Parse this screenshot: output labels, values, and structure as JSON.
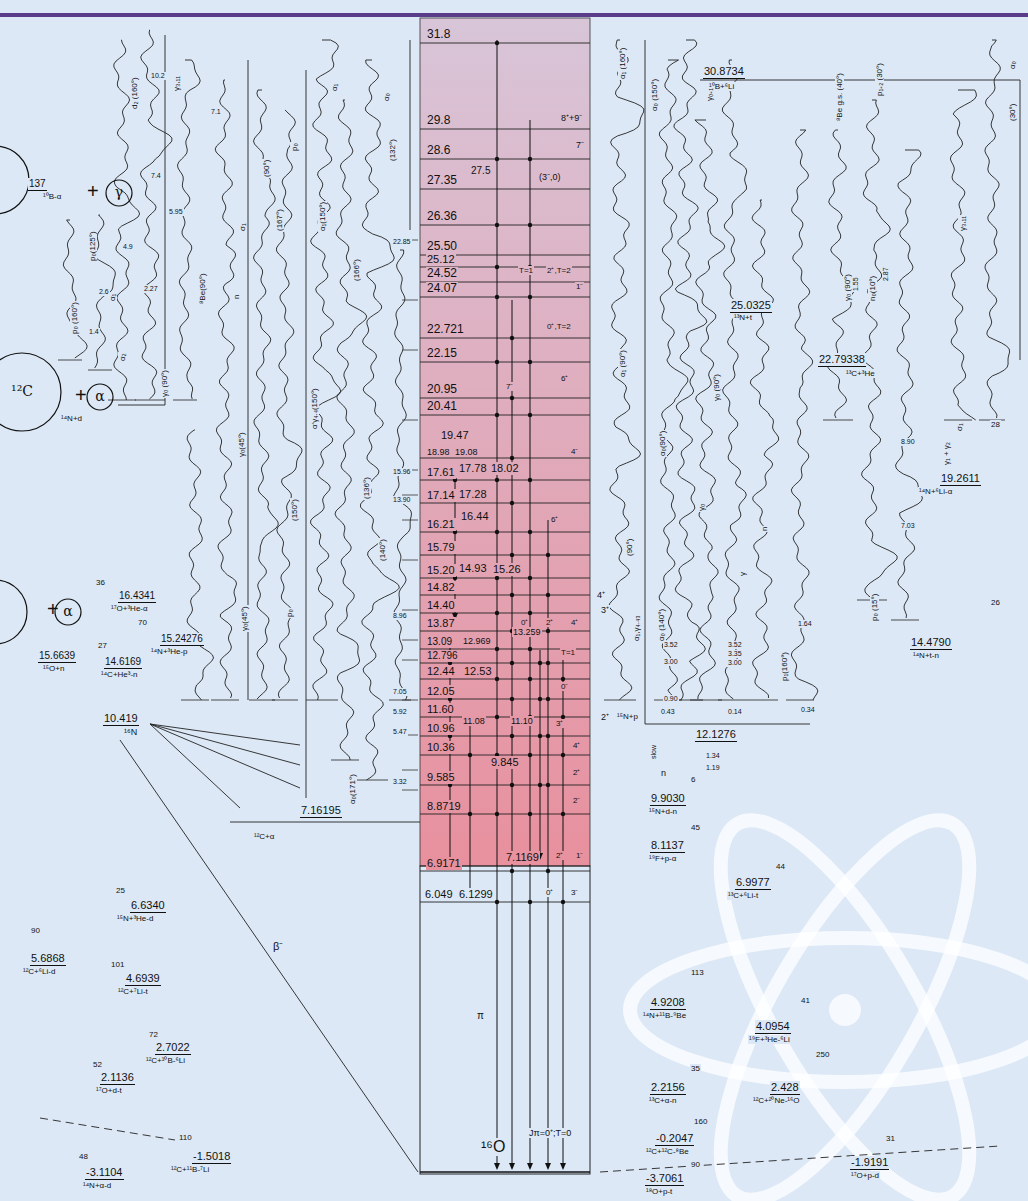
{
  "diagram": {
    "nodes": [
      {
        "text": [
          "γ"
        ]
      },
      {
        "text": [
          "¹²C"
        ]
      },
      {
        "text": [
          "α"
        ]
      },
      {
        "text": [
          "α"
        ]
      }
    ],
    "labels": [
      "31.8",
      "29.8",
      "8⁺+9⁻",
      "28.6",
      "7⁻",
      "27.5",
      "27.35",
      "(3⁻,0)",
      "26.36",
      "25.50",
      "25.12",
      "24.52",
      "T=1",
      "2⁺,T=2",
      "24.07",
      "1⁻",
      "22.721",
      "0⁺,T=2",
      "22.15",
      "20.95",
      "7⁻",
      "6⁺",
      "20.41",
      "19.47",
      "18.98",
      "19.08",
      "4⁻",
      "17.61",
      "17.78",
      "18.02",
      "17.14",
      "17.28",
      "16.21",
      "16.44",
      "6⁺",
      "15.79",
      "15.20",
      "14.93",
      "15.26",
      "14.82",
      "14.40",
      "13.87",
      "0⁺",
      "2⁺",
      "4⁺",
      "13.09",
      "12.969",
      "13.259",
      "12.796",
      "12.44",
      "12.53",
      "T=1",
      "12.05",
      "0⁻",
      "11.60",
      "10.96",
      "11.08",
      "11.10",
      "3⁺",
      "10.36",
      "4⁺",
      "9.845",
      "9.585",
      "2⁺",
      "8.8719",
      "2⁻",
      "6.9171",
      "7.1169",
      "2⁺",
      "1⁻",
      "6.049",
      "6.1299",
      "0⁺",
      "3⁻",
      "π",
      "¹⁶O",
      "Jπ=0⁺;T=0",
      "2⁺",
      "4⁺",
      "3⁺",
      "+",
      "+",
      "+",
      "137",
      "¹⁰B-α",
      "¹⁴N+d",
      "10.419",
      "¹⁶N",
      "¹²C+α",
      "7.16195",
      "β⁻",
      "36",
      "16.4341",
      "¹⁷O+³He-α",
      "70",
      "15.24276",
      "¹⁴N+³He-p",
      "15.6639",
      "¹⁵O+n",
      "27",
      "14.6169",
      "¹⁴C+He³-n",
      "25",
      "6.6340",
      "¹⁵N+³He-d",
      "90",
      "5.6868",
      "¹²C+⁶Li-d",
      "101",
      "4.6939",
      "¹²C+⁷Li-t",
      "72",
      "2.7022",
      "¹²C+¹⁰B-⁶Li",
      "52",
      "2.1136",
      "¹⁷O+d-t",
      "48",
      "-3.1104",
      "¹⁴N+α-d",
      "110",
      "-1.5018",
      "¹²C+¹¹B-⁷Li",
      "30.8734",
      "¹⁰B+⁶Li",
      "25.0325",
      "¹³N+t",
      "22.79338",
      "¹³C+³He",
      "28",
      "19.2611",
      "¹⁴N+⁶Li-α",
      "26",
      "14.4790",
      "¹⁴N+t-n",
      "¹⁵N+p",
      "12.1276",
      "6",
      "9.9030",
      "¹⁵N+d-n",
      "45",
      "8.1137",
      "¹⁹F+p-α",
      "44",
      "6.9977",
      "¹³C+⁶Li-t",
      "113",
      "4.9208",
      "¹⁴N+¹¹B-⁹Be",
      "41",
      "4.0954",
      "¹⁹F+³He-⁶Li",
      "35",
      "2.2156",
      "¹³C+α-n",
      "250",
      "2.428",
      "¹²C+²⁰Ne-¹⁶O",
      "160",
      "-0.2047",
      "¹²C+¹²C-⁸Be",
      "90",
      "-3.7061",
      "¹⁸O+p-t",
      "31",
      "-1.9191",
      "¹⁷O+p-d",
      "p₀(125°)",
      "p₀ (160°)",
      "d₂ (160°)",
      "γ₃,₁₁",
      "10.2",
      "7.4",
      "5.95",
      "7.1",
      "4.9",
      "2.6",
      "2.27",
      "1.4",
      "α₁",
      "α₂",
      "γ₀ (90°)",
      "⁸Be(90°)",
      "σ₁",
      "n",
      "(90°)",
      "(167°)",
      "p₀",
      "(150°)",
      "p₀",
      "α₁(150°)",
      "α'γ₄.₄(150°)",
      "α₁",
      "(166°)",
      "α₀",
      "(132°)",
      "(140°)",
      "(136°)",
      "γ₀(45°)",
      "γ₀(45°)",
      "α₀(171°)",
      "22.85",
      "15.96",
      "13.90",
      "8.96",
      "7.05",
      "5.92",
      "5.47",
      "3.32",
      "α₁ (160°)",
      "α₀ (150°)",
      "γ₀₊₁",
      "⁸Be g.s. (40°)",
      "p₁₊₂ (30°)",
      "α₀",
      "(30°)",
      "γ₃,₁₁",
      "n₀(10°)",
      "γ₀ (90°)",
      "σ₁",
      "γ₁ + γ₂",
      "α₁ (90°)",
      "α₀(90°)",
      "γ₀ (90°)",
      "γ₀",
      "α₁,γ₄.₄₃",
      "α₀ (140°)",
      "(90°)",
      "γ",
      "n",
      "p₁(160°)",
      "p₀ (15°)",
      "slow",
      "n",
      "3.52",
      "3.00",
      "0.90",
      "0.43",
      "3.52",
      "3.35",
      "3.00",
      "0.14",
      "0.34",
      "1.64",
      "1.34",
      "1.19",
      "8.90",
      "7.03",
      "2.87",
      "1.55"
    ]
  }
}
